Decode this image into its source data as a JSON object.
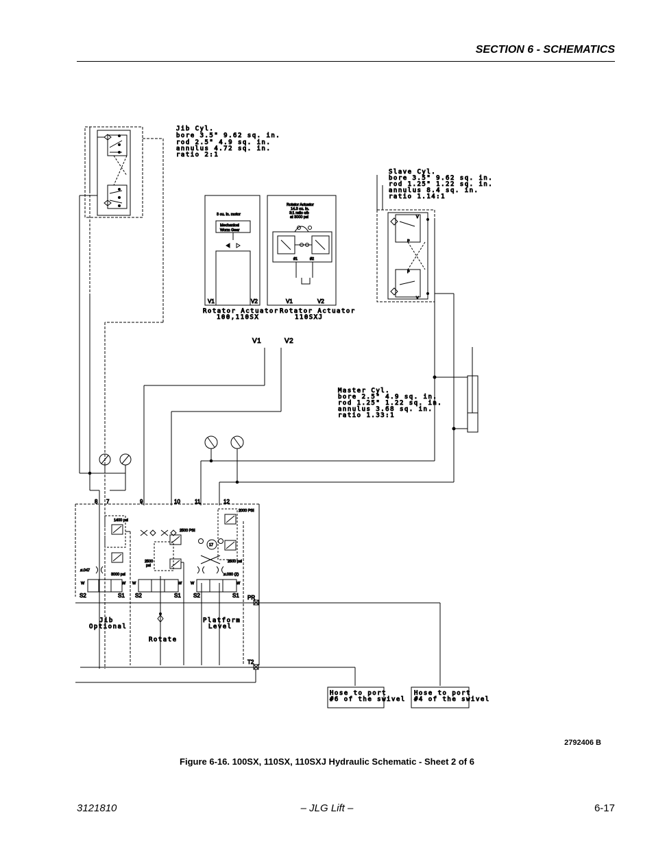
{
  "header": {
    "section_title": "SECTION 6 - SCHEMATICS"
  },
  "schematic": {
    "jib_cyl": [
      "Jib Cyl.",
      "bore  3.5\" 9.62 sq. in.",
      "rod  2.5\"  4.9 sq. in.",
      "annulus   4.72 sq. in.",
      "ratio 2:1"
    ],
    "slave_cyl": [
      "Slave Cyl.",
      "bore  3.5\"  9.62 sq. in.",
      "rod  1.25\"  1.22 sq. in.",
      "annulus     8.4 sq. in.",
      "ratio 1.14:1"
    ],
    "master_cyl": [
      "Master Cyl.",
      "bore  2.5\" 4.9 sq. in.",
      "rod  1.25\" 1.22 sq. in.",
      "annulus    3.68 sq. in.",
      "ratio 1.33:1"
    ],
    "rotator_sx": {
      "motor": "3 cu. in. motor",
      "gear1": "Mechanical",
      "gear2": "Worm Gear",
      "v1": "V1",
      "v2": "V2",
      "caption1": "Rotator Actuator",
      "caption2": "100,110SX"
    },
    "rotator_sxj": {
      "t1": "Rotator Actuator",
      "t2": "14.3 cu. in.",
      "t3": "3:1 ratio c/b",
      "t4": "at 3000 psi",
      "v1": "V1",
      "v2": "V2",
      "caption1": "Rotator Actuator",
      "caption2": "110SXJ"
    },
    "port_v1": "V1",
    "port_v2": "V2",
    "ports": [
      "8",
      "7",
      "9",
      "10",
      "11",
      "12"
    ],
    "relief": {
      "r1400": "1400 psi",
      "r3000": "3000 psi",
      "r2500a": "2500 PSI",
      "r2500b": "2500",
      "r2500b2": "psi",
      "r2000": "2000 PSI",
      "r2500c": "2500 psi",
      "r17": "17"
    },
    "orifice_047": "ø.047",
    "orifice_030": "ø.030 (2)",
    "s_labels": [
      "S2",
      "S1",
      "S2",
      "S1",
      "S2",
      "S1"
    ],
    "pr": "PR",
    "t2": "T2",
    "jib_optional": [
      "Jib",
      "Optional"
    ],
    "rotate": "Rotate",
    "platform_level": [
      "Platform",
      "Level"
    ],
    "hose6": [
      "Hose to port",
      "#6 of the swivel"
    ],
    "hose4": [
      "Hose to port",
      "#4 of the swivel"
    ],
    "slave_p": "P",
    "slave_v": "V"
  },
  "drawing_number": "2792406 B",
  "figure_caption": "Figure 6-16.  100SX, 110SX, 110SXJ Hydraulic Schematic - Sheet 2 of 6",
  "footer": {
    "doc_number": "3121810",
    "brand": "– JLG Lift –",
    "page": "6-17"
  }
}
